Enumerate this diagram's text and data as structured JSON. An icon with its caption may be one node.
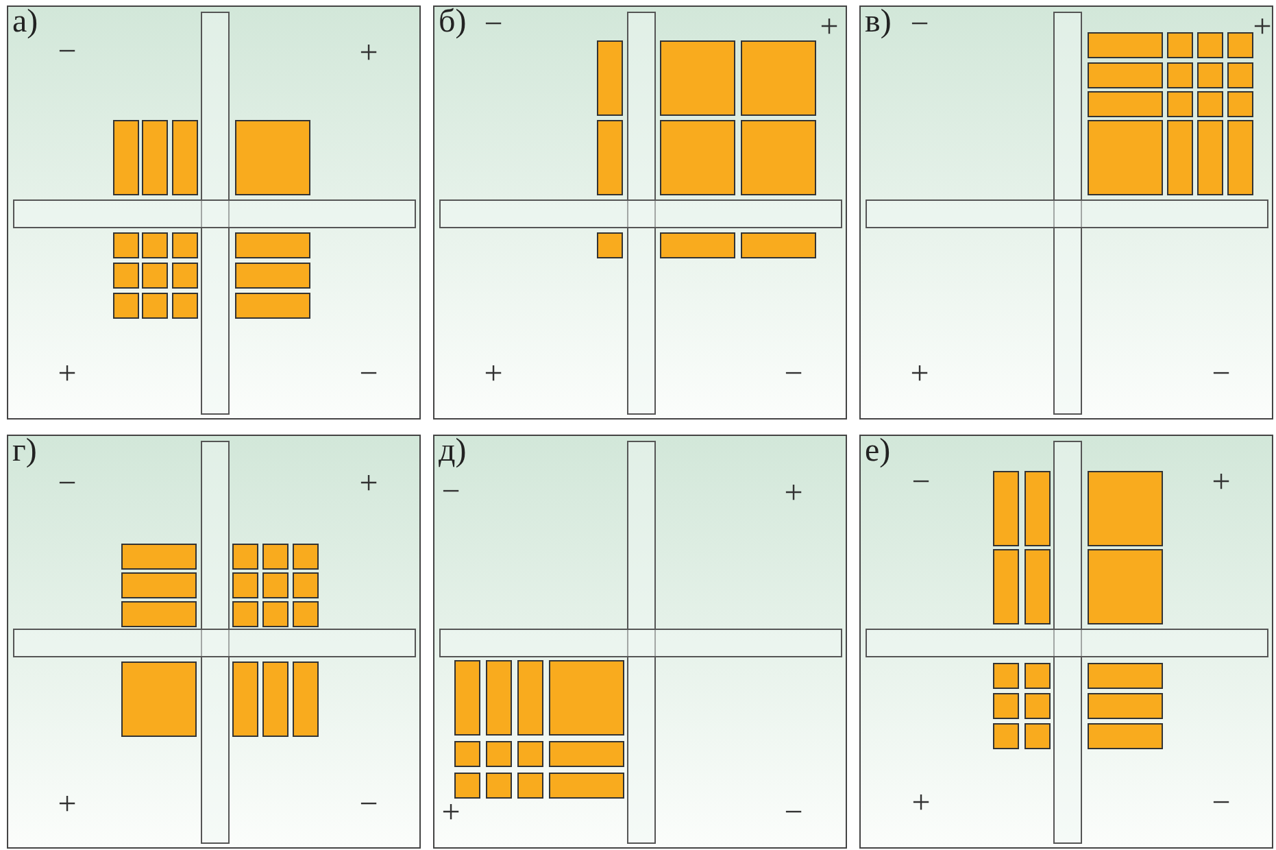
{
  "diagram": {
    "nodes": [
      {
        "text": [
          "а)",
          "−",
          "+",
          "+",
          "−"
        ]
      },
      {
        "text": [
          "б)",
          "−",
          "+",
          "+",
          "−"
        ]
      },
      {
        "text": [
          "в)",
          "−",
          "+",
          "+",
          "−"
        ]
      },
      {
        "text": [
          "г)",
          "−",
          "+",
          "+",
          "−"
        ]
      },
      {
        "text": [
          "д)",
          "−",
          "+",
          "+",
          "−"
        ]
      },
      {
        "text": [
          "е)",
          "−",
          "+",
          "+",
          "−"
        ]
      }
    ]
  }
}
